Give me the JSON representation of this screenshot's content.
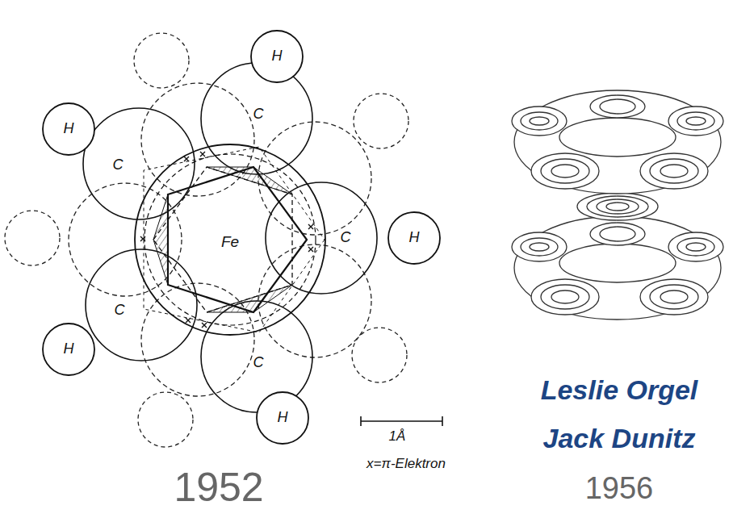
{
  "diagram": {
    "nodes": [
      {
        "text": [
          "H"
        ]
      },
      {
        "text": [
          "C"
        ]
      },
      {
        "text": [
          "H"
        ]
      },
      {
        "text": [
          "C"
        ]
      },
      {
        "text": [
          "C"
        ]
      },
      {
        "text": [
          "H"
        ]
      },
      {
        "text": [
          "C"
        ]
      },
      {
        "text": [
          "H"
        ]
      },
      {
        "text": [
          "C"
        ]
      },
      {
        "text": [
          "H"
        ]
      }
    ],
    "labels": [
      "Fe",
      "1Å",
      "x=π-Elektron",
      "1952",
      "Leslie Orgel",
      "Jack Dunitz",
      "1956"
    ]
  }
}
